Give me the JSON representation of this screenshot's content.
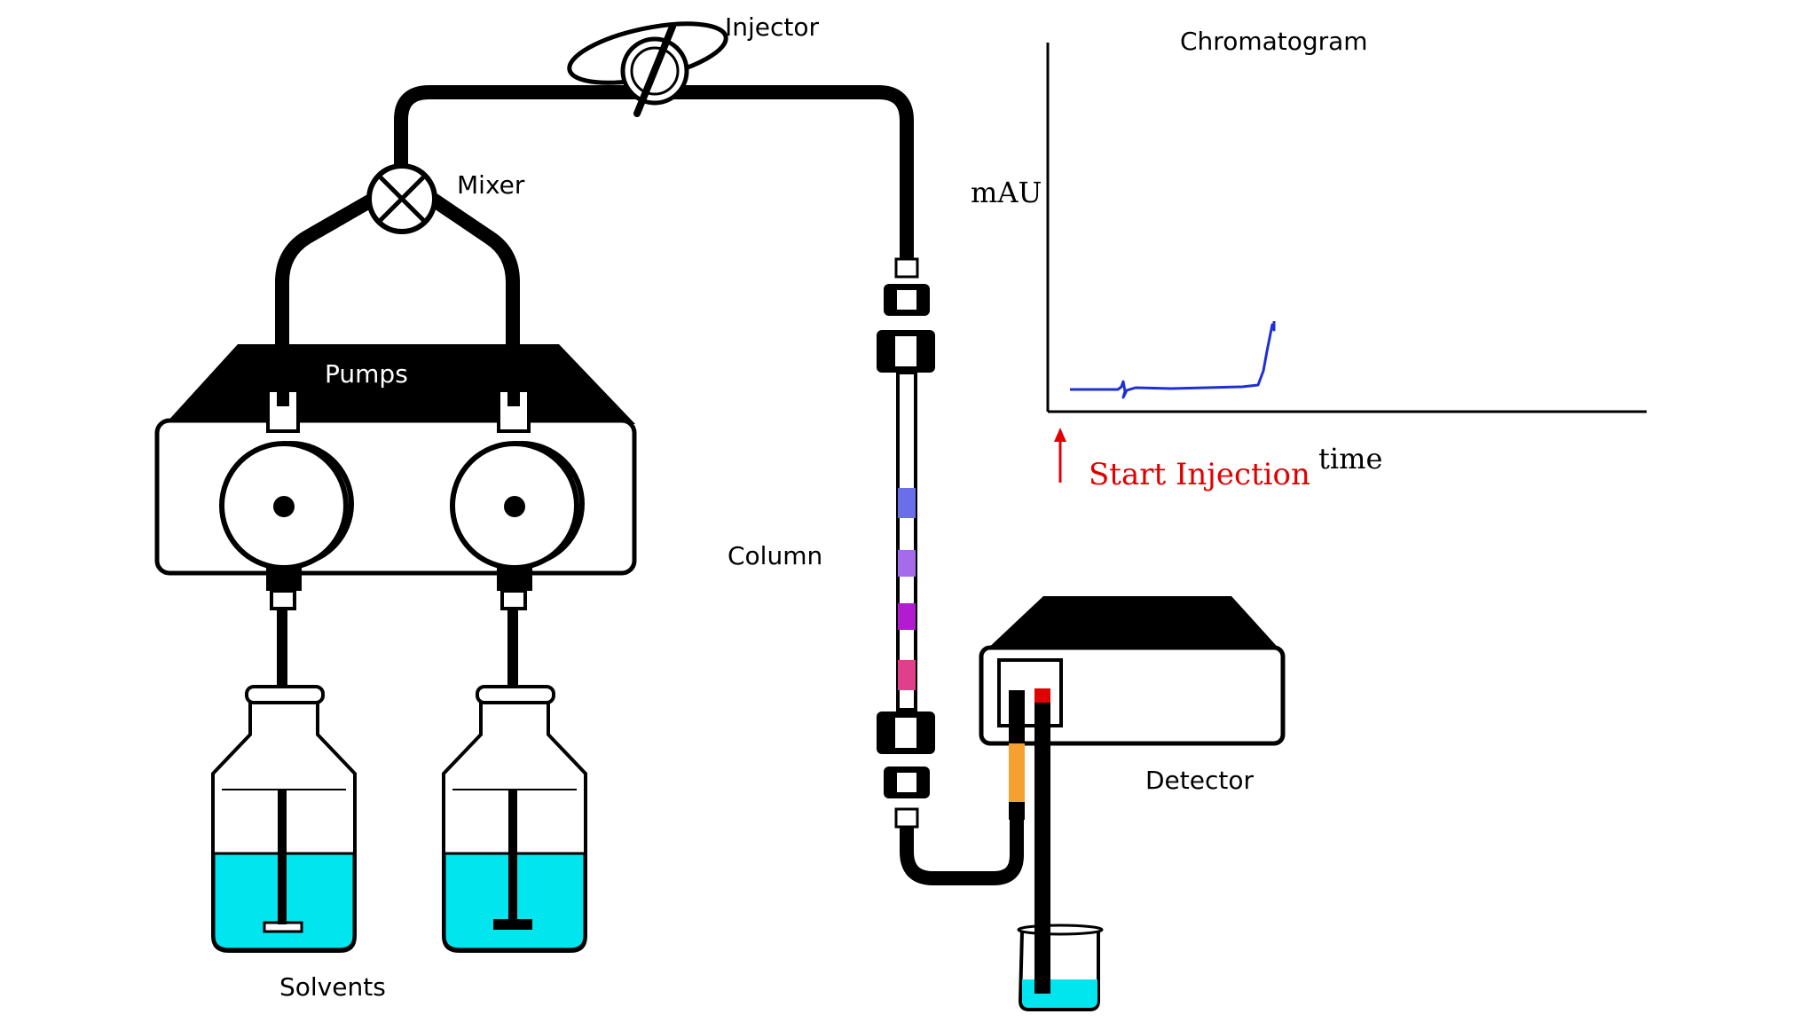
{
  "labels": {
    "injector": "Injector",
    "mixer": "Mixer",
    "pumps": "Pumps",
    "column": "Column",
    "detector": "Detector",
    "solvents": "Solvents"
  },
  "chromatogram": {
    "title": "Chromatogram",
    "ylabel": "mAU",
    "xlabel": "time",
    "annotation": "Start Injection"
  },
  "colors": {
    "tubing": "#000000",
    "solvent": "#00e5ee",
    "trace": "#1f2fd6",
    "annotation": "#e00000",
    "band1": "#6a6ee8",
    "band2": "#a46ce8",
    "band3": "#b21cd0",
    "band4": "#e0408a",
    "detector_inlet": "#f5a030",
    "detector_outlet_cap": "#e00000"
  }
}
